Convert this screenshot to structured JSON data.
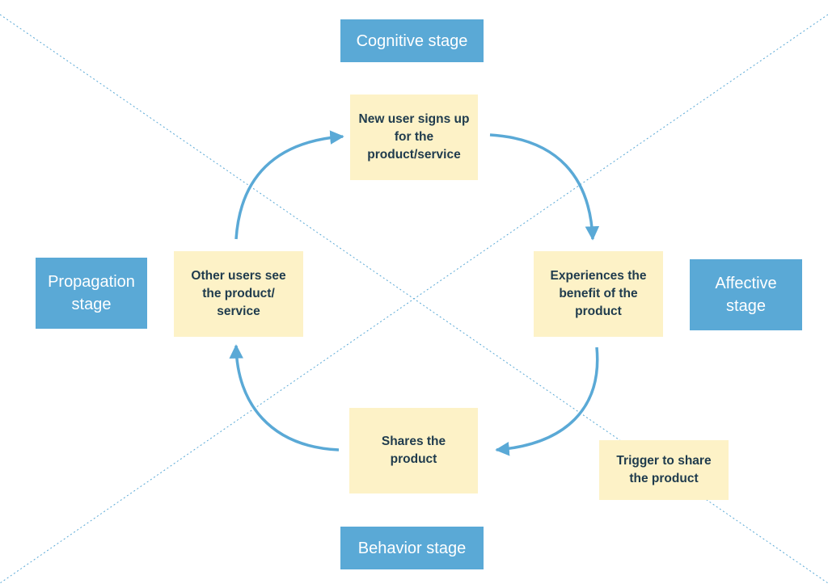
{
  "colors": {
    "stage_fill": "#5aa9d6",
    "step_fill": "#fdf2c7",
    "arrow": "#5aa9d6",
    "guide_line": "#5aa9d6",
    "step_text": "#1f3b4d",
    "stage_text": "#ffffff"
  },
  "stages": {
    "cognitive": "Cognitive stage",
    "affective": "Affective stage",
    "behavior": "Behavior stage",
    "propagation": "Propagation stage"
  },
  "steps": {
    "signup": "New user signs up for the product/service",
    "experience": "Experiences the benefit of the product",
    "share": "Shares the product",
    "others_see": "Other users see the product/ service"
  },
  "annotation": {
    "trigger": "Trigger to share the product"
  },
  "flow": [
    "signup",
    "experience",
    "share",
    "others_see"
  ]
}
